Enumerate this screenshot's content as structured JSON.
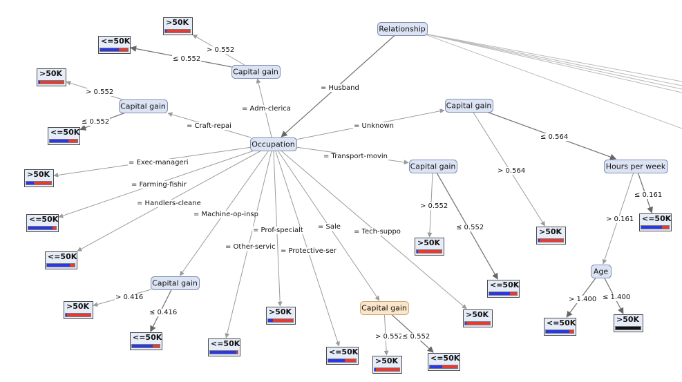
{
  "colors": {
    "node_fill": "#dce4f4",
    "node_border": "#7f8db0",
    "selected_fill": "#fbe6c9",
    "selected_border": "#c9a877",
    "leaf_fill": "#e6ecf8",
    "leaf_border": "#4a4a4a",
    "class_le50": "#2b37e0",
    "class_gt50": "#e63a32",
    "edge": "#9a9a9a",
    "edge_dark": "#777777"
  },
  "chart_data": {
    "type": "diagram",
    "kind": "decision-tree",
    "nodes": [
      {
        "id": "relationship",
        "type": "split",
        "label": "Relationship"
      },
      {
        "id": "occupation",
        "type": "split",
        "label": "Occupation"
      },
      {
        "id": "cg_adm",
        "type": "split",
        "label": "Capital gain"
      },
      {
        "id": "cg_craft",
        "type": "split",
        "label": "Capital gain"
      },
      {
        "id": "cg_unknown",
        "type": "split",
        "label": "Capital gain"
      },
      {
        "id": "cg_transport",
        "type": "split",
        "label": "Capital gain"
      },
      {
        "id": "hours",
        "type": "split",
        "label": "Hours per week"
      },
      {
        "id": "age",
        "type": "split",
        "label": "Age"
      },
      {
        "id": "cg_machine",
        "type": "split",
        "label": "Capital gain"
      },
      {
        "id": "cg_sale",
        "type": "split",
        "label": "Capital gain",
        "selected": true
      },
      {
        "id": "l_adm_gt",
        "type": "leaf",
        "label": ">50K",
        "share_le50": 0.05
      },
      {
        "id": "l_adm_le",
        "type": "leaf",
        "label": "<=50K",
        "share_le50": 0.68
      },
      {
        "id": "l_craft_gt",
        "type": "leaf",
        "label": ">50K",
        "share_le50": 0.05
      },
      {
        "id": "l_craft_le",
        "type": "leaf",
        "label": "<=50K",
        "share_le50": 0.68
      },
      {
        "id": "l_exec",
        "type": "leaf",
        "label": ">50K",
        "share_le50": 0.3
      },
      {
        "id": "l_farm",
        "type": "leaf",
        "label": "<=50K",
        "share_le50": 0.88
      },
      {
        "id": "l_handlers",
        "type": "leaf",
        "label": "<=50K",
        "share_le50": 0.83
      },
      {
        "id": "l_mach_gt",
        "type": "leaf",
        "label": ">50K",
        "share_le50": 0.06
      },
      {
        "id": "l_mach_le",
        "type": "leaf",
        "label": "<=50K",
        "share_le50": 0.75
      },
      {
        "id": "l_other",
        "type": "leaf",
        "label": "<=50K",
        "share_le50": 0.95
      },
      {
        "id": "l_prof",
        "type": "leaf",
        "label": ">50K",
        "share_le50": 0.2
      },
      {
        "id": "l_protective",
        "type": "leaf",
        "label": "<=50K",
        "share_le50": 0.6
      },
      {
        "id": "l_sale_gt",
        "type": "leaf",
        "label": ">50K",
        "share_le50": 0.05
      },
      {
        "id": "l_sale_le",
        "type": "leaf",
        "label": "<=50K",
        "share_le50": 0.45
      },
      {
        "id": "l_tech",
        "type": "leaf",
        "label": ">50K",
        "share_le50": 0.06
      },
      {
        "id": "l_trans_gt",
        "type": "leaf",
        "label": ">50K",
        "share_le50": 0.06
      },
      {
        "id": "l_trans_le",
        "type": "leaf",
        "label": "<=50K",
        "share_le50": 0.75
      },
      {
        "id": "l_unk_gt",
        "type": "leaf",
        "label": ">50K",
        "share_le50": 0.05
      },
      {
        "id": "l_hours_le",
        "type": "leaf",
        "label": "<=50K",
        "share_le50": 0.75
      },
      {
        "id": "l_age_le",
        "type": "leaf",
        "label": "<=50K",
        "share_le50": 0.85
      },
      {
        "id": "l_age_gt",
        "type": "leaf",
        "label": ">50K",
        "share_le50": 0.0
      }
    ],
    "edges": [
      {
        "from": "relationship",
        "to": "occupation",
        "label": "= Husband"
      },
      {
        "from": "occupation",
        "to": "cg_adm",
        "label": "= Adm-clerica"
      },
      {
        "from": "occupation",
        "to": "cg_craft",
        "label": "= Craft-repai"
      },
      {
        "from": "occupation",
        "to": "cg_unknown",
        "label": "= Unknown"
      },
      {
        "from": "occupation",
        "to": "cg_transport",
        "label": "= Transport-movin"
      },
      {
        "from": "occupation",
        "to": "l_exec",
        "label": "= Exec-manageri"
      },
      {
        "from": "occupation",
        "to": "l_farm",
        "label": "= Farming-fishir"
      },
      {
        "from": "occupation",
        "to": "l_handlers",
        "label": "= Handlers-cleane"
      },
      {
        "from": "occupation",
        "to": "cg_machine",
        "label": "= Machine-op-insp"
      },
      {
        "from": "occupation",
        "to": "l_other",
        "label": "= Other-servic"
      },
      {
        "from": "occupation",
        "to": "l_prof",
        "label": "= Prof-specialt"
      },
      {
        "from": "occupation",
        "to": "l_protective",
        "label": "= Protective-ser"
      },
      {
        "from": "occupation",
        "to": "cg_sale",
        "label": "= Sale"
      },
      {
        "from": "occupation",
        "to": "l_tech",
        "label": "= Tech-suppo"
      },
      {
        "from": "cg_adm",
        "to": "l_adm_gt",
        "label": "> 0.552"
      },
      {
        "from": "cg_adm",
        "to": "l_adm_le",
        "label": "≤ 0.552"
      },
      {
        "from": "cg_craft",
        "to": "l_craft_gt",
        "label": "> 0.552"
      },
      {
        "from": "cg_craft",
        "to": "l_craft_le",
        "label": "≤ 0.552"
      },
      {
        "from": "cg_unknown",
        "to": "hours",
        "label": "≤ 0.564"
      },
      {
        "from": "cg_unknown",
        "to": "l_unk_gt",
        "label": "> 0.564"
      },
      {
        "from": "cg_transport",
        "to": "l_trans_gt",
        "label": "> 0.552"
      },
      {
        "from": "cg_transport",
        "to": "l_trans_le",
        "label": "≤ 0.552"
      },
      {
        "from": "hours",
        "to": "age",
        "label": "> 0.161"
      },
      {
        "from": "hours",
        "to": "l_hours_le",
        "label": "≤ 0.161"
      },
      {
        "from": "age",
        "to": "l_age_le",
        "label": "> 1.400"
      },
      {
        "from": "age",
        "to": "l_age_gt",
        "label": "≤ 1.400"
      },
      {
        "from": "cg_machine",
        "to": "l_mach_gt",
        "label": "> 0.416"
      },
      {
        "from": "cg_machine",
        "to": "l_mach_le",
        "label": "≤ 0.416"
      },
      {
        "from": "cg_sale",
        "to": "l_sale_gt",
        "label": "> 0.552"
      },
      {
        "from": "cg_sale",
        "to": "l_sale_le",
        "label": "≤ 0.552"
      }
    ]
  }
}
